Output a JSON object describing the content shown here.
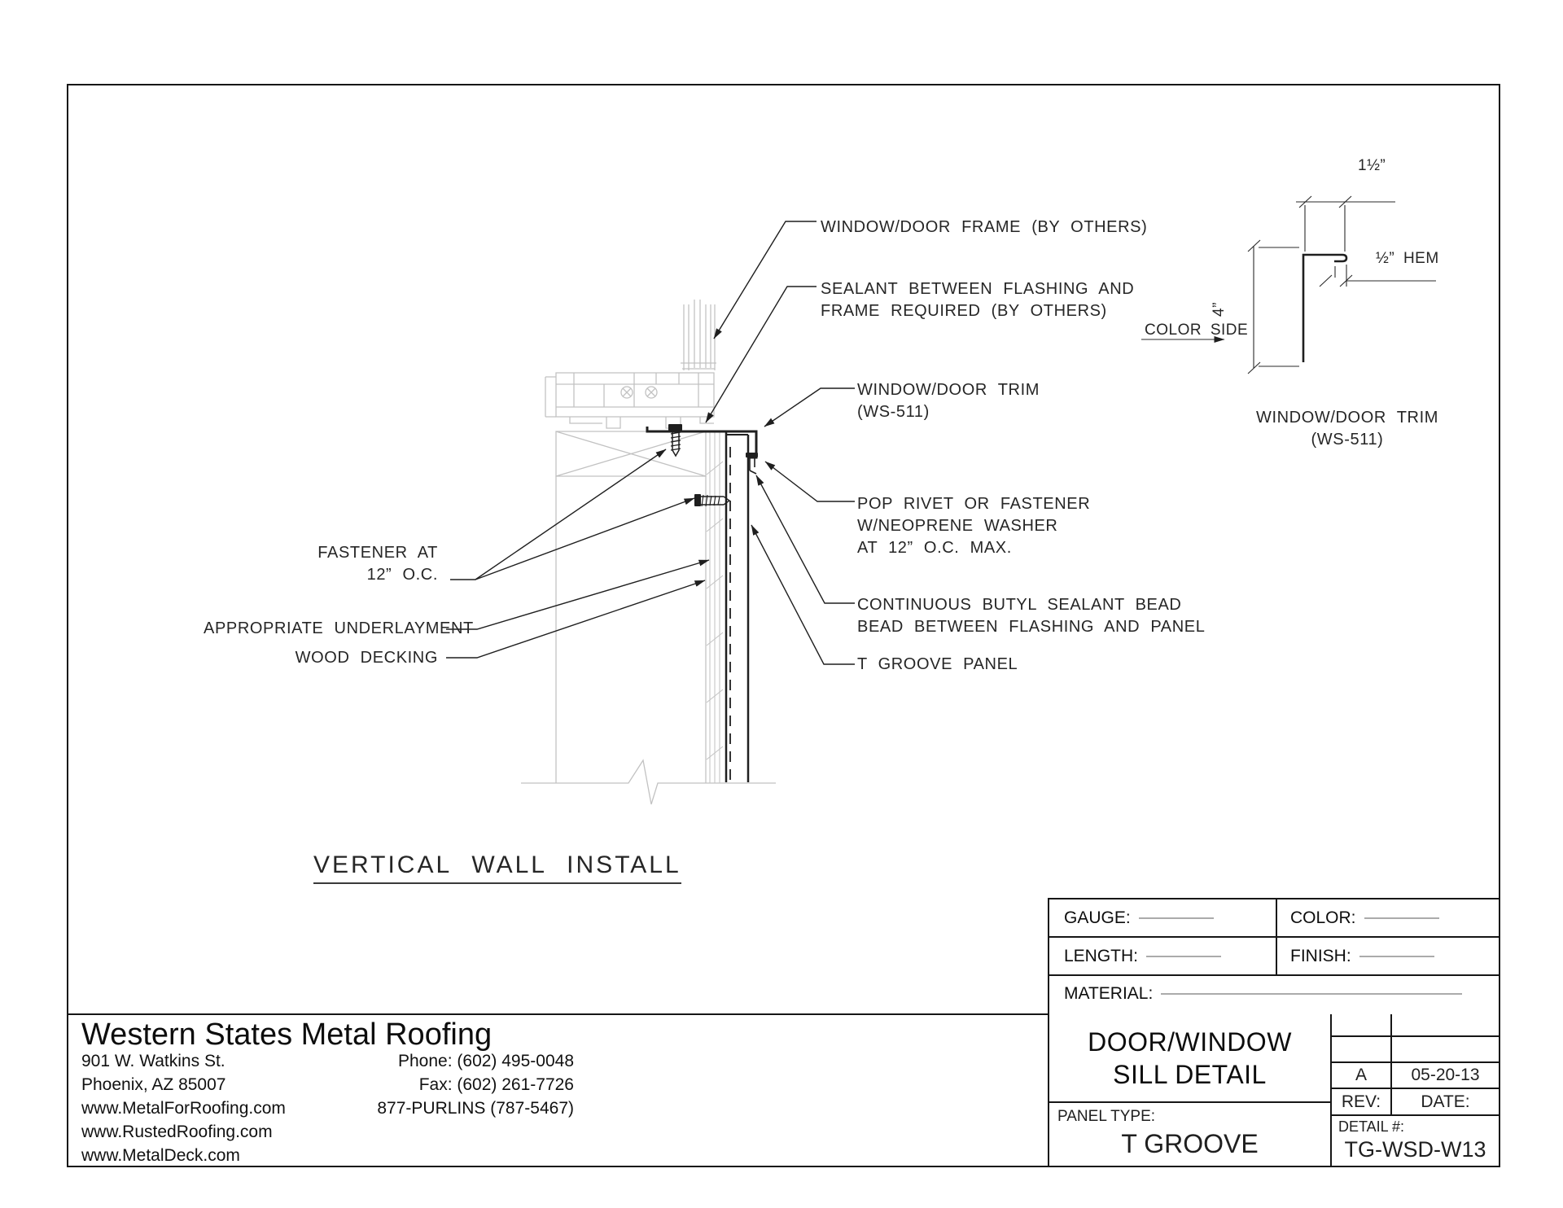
{
  "drawing": {
    "section_title": "VERTICAL WALL INSTALL",
    "callouts": {
      "frame": "WINDOW/DOOR FRAME (BY OTHERS)",
      "sealant1": "SEALANT BETWEEN FLASHING AND",
      "sealant2": "FRAME REQUIRED (BY OTHERS)",
      "trim1": "WINDOW/DOOR TRIM",
      "trim2": "(WS-511)",
      "rivet1": "POP RIVET OR FASTENER",
      "rivet2": "W/NEOPRENE WASHER",
      "rivet3": "AT 12” O.C. MAX.",
      "butyl1": "CONTINUOUS BUTYL SEALANT BEAD",
      "butyl2": "BEAD BETWEEN FLASHING AND PANEL",
      "panel": "T GROOVE PANEL",
      "fastener1": "FASTENER AT",
      "fastener2": "12” O.C.",
      "underlayment": "APPROPRIATE UNDERLAYMENT",
      "decking": "WOOD DECKING"
    },
    "profile": {
      "dim_width": "1½”",
      "dim_hem": "½” HEM",
      "dim_height": "4”",
      "color_side": "COLOR SIDE",
      "caption1": "WINDOW/DOOR TRIM",
      "caption2": "(WS-511)"
    }
  },
  "company": {
    "name": "Western States Metal Roofing",
    "address1": "901 W. Watkins St.",
    "address2": "Phoenix, AZ 85007",
    "site1": "www.MetalForRoofing.com",
    "site2": "www.RustedRoofing.com",
    "site3": "www.MetalDeck.com",
    "phone": "Phone: (602) 495-0048",
    "fax": "Fax: (602) 261-7726",
    "tollfree": "877-PURLINS (787-5467)"
  },
  "title_block": {
    "gauge": "GAUGE:",
    "color": "COLOR:",
    "length": "LENGTH:",
    "finish": "FINISH:",
    "material": "MATERIAL:",
    "title1": "DOOR/WINDOW",
    "title2": "SILL DETAIL",
    "panel_type_label": "PANEL TYPE:",
    "panel_type": "T GROOVE",
    "rev": "A",
    "date": "05-20-13",
    "rev_label": "REV:",
    "date_label": "DATE:",
    "detail_label": "DETAIL #:",
    "detail_number": "TG-WSD-W13"
  },
  "colors": {
    "ink": "#1f1f1f",
    "light_line": "#c2c2c2",
    "blank_line": "#ababab"
  }
}
